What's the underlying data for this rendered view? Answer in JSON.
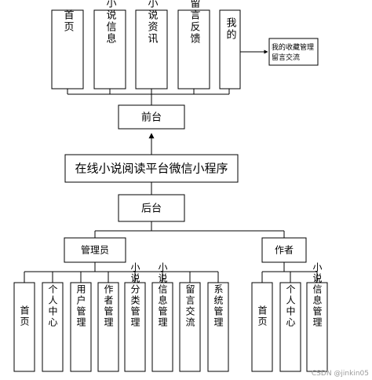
{
  "front_modules": [
    "首页",
    "小说信息",
    "小说资讯",
    "留言反馈",
    "我的"
  ],
  "my_features": [
    "我的收藏管理",
    "留言交流"
  ],
  "front_label": "前台",
  "system_title": "在线小说阅读平台微信小程序",
  "back_label": "后台",
  "admin_label": "管理员",
  "author_label": "作者",
  "admin_modules": [
    "首页",
    "个人中心",
    "用户管理",
    "作者管理",
    "小说分类管理",
    "小说信息管理",
    "留言交流",
    "系统管理"
  ],
  "author_modules": [
    "首页",
    "个人中心",
    "小说信息管理"
  ],
  "watermark": "CSDN @jinkin05"
}
